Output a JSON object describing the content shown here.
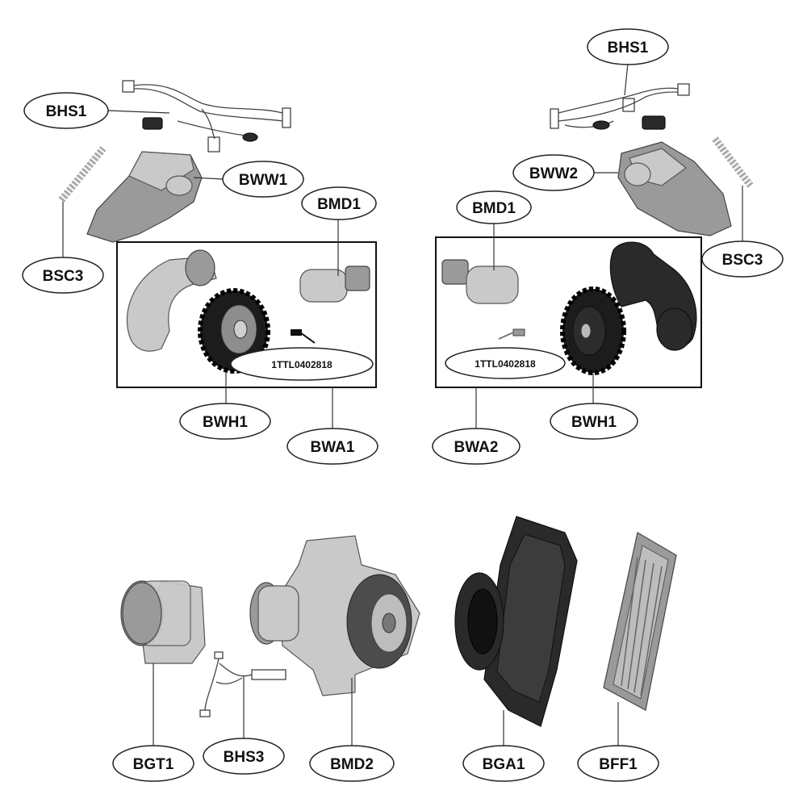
{
  "callouts": {
    "bhs1_left": "BHS1",
    "bww1": "BWW1",
    "bmd1_left": "BMD1",
    "bsc3_left": "BSC3",
    "screw_left": "1TTL0402818",
    "bwh1_left": "BWH1",
    "bwa1": "BWA1",
    "bhs1_right": "BHS1",
    "bww2": "BWW2",
    "bmd1_right": "BMD1",
    "bsc3_right": "BSC3",
    "screw_right": "1TTL0402818",
    "bwa2": "BWA2",
    "bwh1_right": "BWH1",
    "bgt1": "BGT1",
    "bhs3": "BHS3",
    "bmd2": "BMD2",
    "bga1": "BGA1",
    "bff1": "BFF1"
  },
  "colors": {
    "line": "#222222",
    "part_light": "#c9c9c9",
    "part_mid": "#9a9a9a",
    "part_dark": "#2a2a2a"
  }
}
